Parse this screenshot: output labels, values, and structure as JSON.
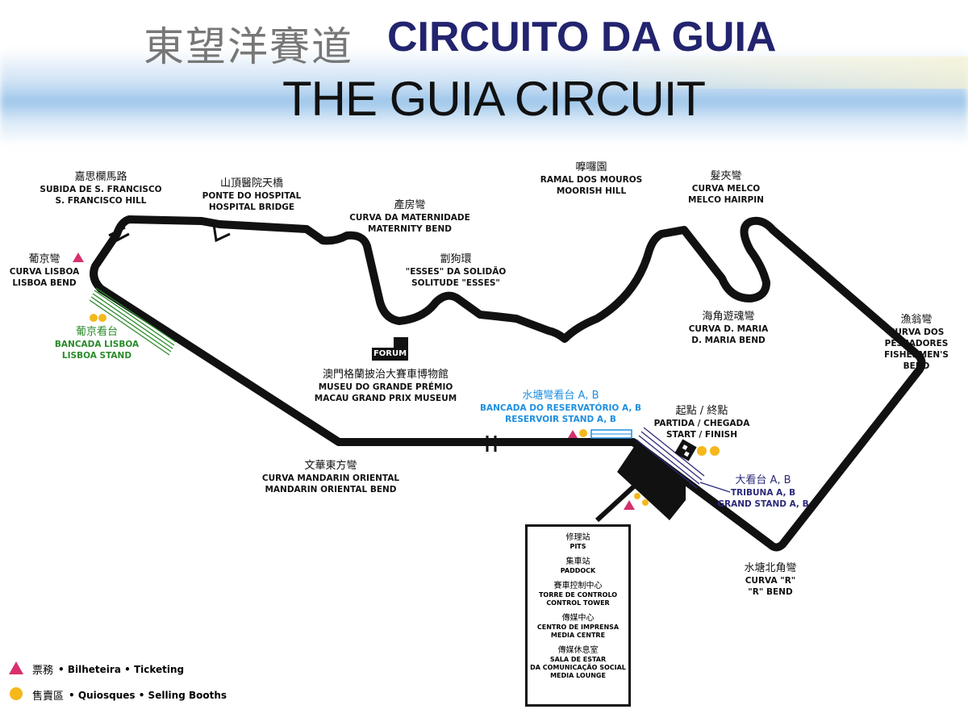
{
  "title": {
    "chinese": "東望洋賽道",
    "portuguese": "CIRCUITO DA GUIA",
    "english": "THE GUIA CIRCUIT"
  },
  "forum_label": "FORUM",
  "labels": {
    "sfrancisco": {
      "cn": "嘉思欄馬路",
      "pt": "SUBIDA DE S. FRANCISCO",
      "en": "S. FRANCISCO HILL"
    },
    "hospital": {
      "cn": "山頂醫院天橋",
      "pt": "PONTE DO HOSPITAL",
      "en": "HOSPITAL BRIDGE"
    },
    "maternity": {
      "cn": "產房彎",
      "pt": "CURVA DA MATERNIDADE",
      "en": "MATERNITY BEND"
    },
    "solitude": {
      "cn": "劏狗環",
      "pt": "\"ESSES\" DA SOLIDÃO",
      "en": "SOLITUDE \"ESSES\""
    },
    "moorish": {
      "cn": "嚤囉園",
      "pt": "RAMAL DOS MOUROS",
      "en": "MOORISH HILL"
    },
    "melco": {
      "cn": "髮夾彎",
      "pt": "CURVA MELCO",
      "en": "MELCO HAIRPIN"
    },
    "dmaria": {
      "cn": "海角遊魂彎",
      "pt": "CURVA D. MARIA",
      "en": "D. MARIA BEND"
    },
    "fishermen": {
      "cn": "漁翁彎",
      "pt": "CURVA DOS PESCADORES",
      "en": "FISHERMEN'S BEND"
    },
    "lisboa": {
      "cn": "葡京彎",
      "pt": "CURVA LISBOA",
      "en": "LISBOA BEND"
    },
    "lisboa_stand": {
      "cn": "葡京看台",
      "pt": "BANCADA LISBOA",
      "en": "LISBOA STAND"
    },
    "museum": {
      "cn": "澳門格蘭披治大賽車博物館",
      "pt": "MUSEU DO GRANDE PRÉMIO",
      "en": "MACAU GRAND PRIX MUSEUM"
    },
    "reservoir": {
      "cn": "水塘彎看台 A, B",
      "pt": "BANCADA DO RESERVATÓRIO A, B",
      "en": "RESERVOIR STAND A, B"
    },
    "startfinish": {
      "cn": "起點 / 終點",
      "pt": "PARTIDA / CHEGADA",
      "en": "START / FINISH"
    },
    "grandstand": {
      "cn": "大看台 A, B",
      "pt": "TRIBUNA A, B",
      "en": "GRAND STAND A, B"
    },
    "mandarin": {
      "cn": "文華東方彎",
      "pt": "CURVA MANDARIN ORIENTAL",
      "en": "MANDARIN ORIENTAL BEND"
    },
    "rbend": {
      "cn": "水塘北角彎",
      "pt": "CURVA \"R\"",
      "en": "\"R\" BEND"
    }
  },
  "pit_box": [
    {
      "cn": "修理站",
      "lines": [
        "PITS"
      ]
    },
    {
      "cn": "集車站",
      "lines": [
        "PADDOCK"
      ]
    },
    {
      "cn": "賽車控制中心",
      "lines": [
        "TORRE DE CONTROLO",
        "CONTROL TOWER"
      ]
    },
    {
      "cn": "傳媒中心",
      "lines": [
        "CENTRO DE IMPRENSA",
        "MEDIA CENTRE"
      ]
    },
    {
      "cn": "傳媒休息室",
      "lines": [
        "SALA DE ESTAR",
        "DA COMUNICAÇÃO SOCIAL",
        "MEDIA LOUNGE"
      ]
    }
  ],
  "legend": [
    {
      "icon": "triangle",
      "cn": "票務",
      "text": "• Bilheteira • Ticketing"
    },
    {
      "icon": "circle",
      "cn": "售賣區",
      "text": "• Quiosques • Selling Booths"
    }
  ],
  "colors": {
    "track": "#111111",
    "ticket": "#d6306e",
    "booth": "#f5b81c",
    "lisboa_stand": "#2a8a2a",
    "reservoir": "#1e8fe0",
    "grandstand": "#2b2a7a"
  }
}
